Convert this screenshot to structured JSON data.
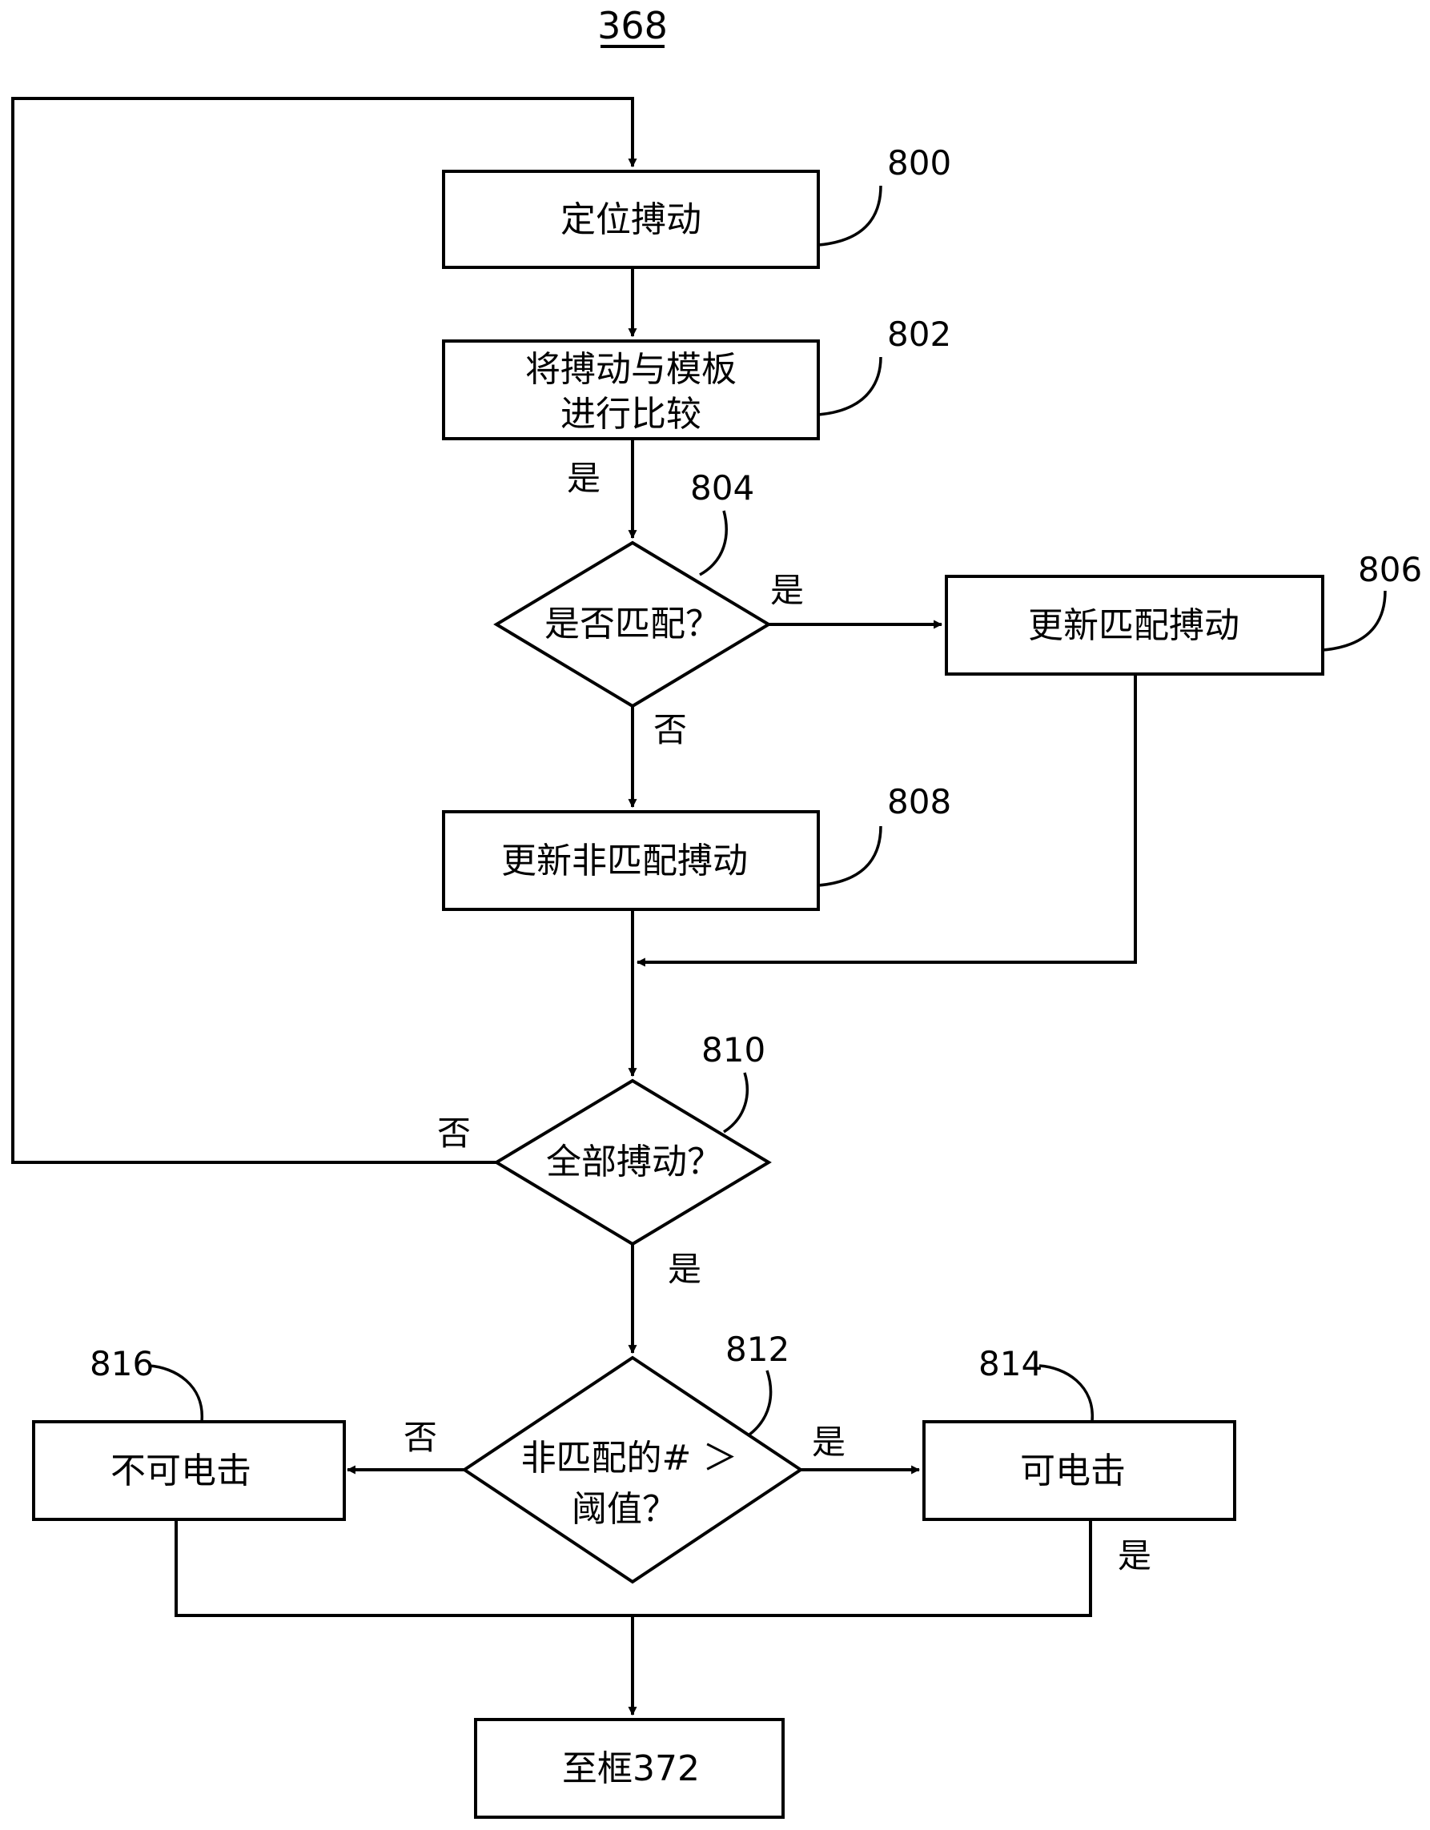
{
  "figure_number": "368",
  "nodes": {
    "n800": {
      "ref": "800",
      "lines": [
        "定位搏动"
      ]
    },
    "n802": {
      "ref": "802",
      "lines": [
        "将搏动与模板",
        "进行比较"
      ]
    },
    "n804": {
      "ref": "804",
      "lines": [
        "是否匹配？"
      ]
    },
    "n806": {
      "ref": "806",
      "lines": [
        "更新匹配搏动"
      ]
    },
    "n808": {
      "ref": "808",
      "lines": [
        "更新非匹配搏动"
      ]
    },
    "n810": {
      "ref": "810",
      "lines": [
        "全部搏动？"
      ]
    },
    "n812": {
      "ref": "812",
      "lines": [
        "非匹配的# ＞",
        "阈值？"
      ]
    },
    "n814": {
      "ref": "814",
      "lines": [
        "可电击"
      ]
    },
    "n816": {
      "ref": "816",
      "lines": [
        "不可电击"
      ]
    },
    "n_end": {
      "lines": [
        "至框372"
      ]
    }
  },
  "edge_labels": {
    "e802_804": "是",
    "e804_806": "是",
    "e804_808": "否",
    "e810_loop": "否",
    "e810_812": "是",
    "e812_814": "是",
    "e812_816": "否",
    "e814_end": "是"
  }
}
